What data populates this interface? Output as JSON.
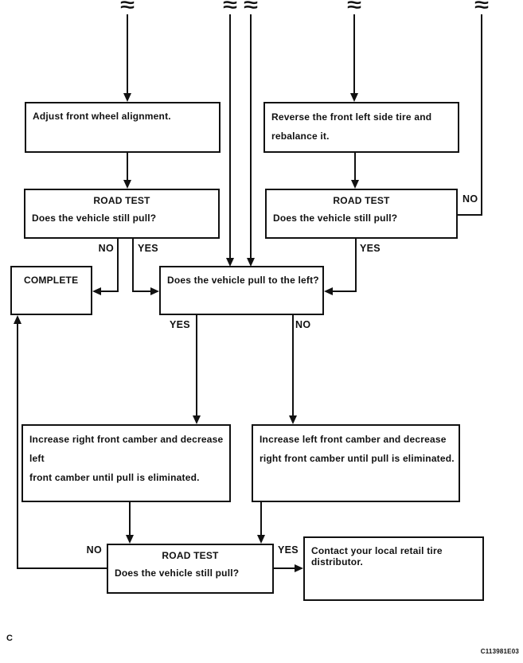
{
  "diagram": {
    "break_symbol": "≈",
    "boxes": {
      "adjust": {
        "text": "Adjust front wheel alignment."
      },
      "reverse": {
        "line1": "Reverse the front left side tire and",
        "line2": "rebalance it."
      },
      "road_test_left": {
        "title": "ROAD TEST",
        "question": "Does the vehicle still pull?"
      },
      "road_test_right": {
        "title": "ROAD TEST",
        "question": "Does the vehicle still pull?"
      },
      "complete": {
        "text": "COMPLETE"
      },
      "pull_left": {
        "text": "Does the vehicle pull to the left?"
      },
      "camber_left": {
        "line1": "Increase right front camber and decrease left",
        "line2": "front camber until pull is eliminated."
      },
      "camber_right": {
        "line1": "Increase left front camber and decrease",
        "line2": "right front camber until pull is eliminated."
      },
      "road_test_bottom": {
        "title": "ROAD TEST",
        "question": "Does the vehicle still pull?"
      },
      "contact": {
        "text": "Contact your local retail tire distributor."
      }
    },
    "labels": {
      "road_test_left_no": "NO",
      "road_test_left_yes": "YES",
      "road_test_right_no": "NO",
      "road_test_right_yes": "YES",
      "pull_left_yes": "YES",
      "pull_left_no": "NO",
      "road_test_bottom_no": "NO",
      "road_test_bottom_yes": "YES"
    },
    "footer": {
      "page_marker": "C",
      "figure_code": "C113981E03"
    },
    "colors": {
      "line": "#000000",
      "background": "#ffffff"
    }
  }
}
